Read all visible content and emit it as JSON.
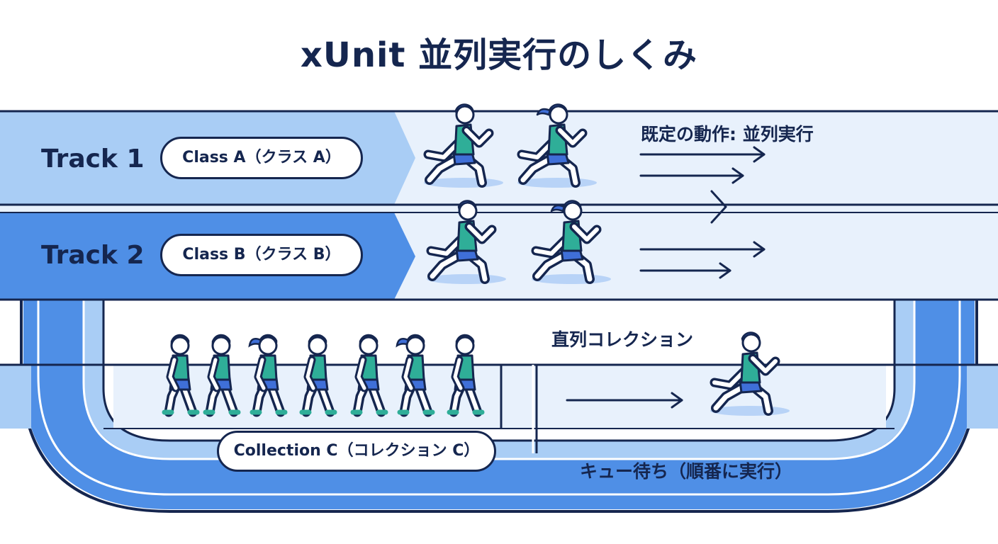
{
  "title": "xUnit 並列実行のしくみ",
  "tracks": [
    {
      "label": "Track 1",
      "class_pill": "Class A（クラス A）"
    },
    {
      "label": "Track 2",
      "class_pill": "Class B（クラス B）"
    }
  ],
  "default_behavior": "既定の動作: 並列実行",
  "serial_collection": "直列コレクション",
  "collection_pill": "Collection C（コレクション C）",
  "queue_note": "キュー待ち（順番に実行）",
  "colors": {
    "navy": "#15264f",
    "lane_blue": "#4f8fe6",
    "lane_light": "#a9cdf5",
    "lane_pale": "#e8f1fc",
    "shirt_teal": "#2fae98",
    "shorts_blue": "#3f6fd8",
    "shadow_blue": "#b8d3f7"
  }
}
